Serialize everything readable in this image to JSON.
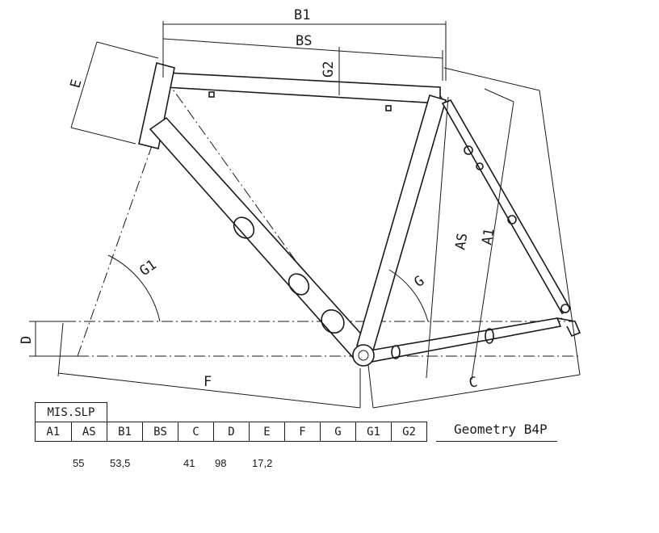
{
  "dimension_labels": {
    "b1": "B1",
    "bs": "BS",
    "g2": "G2",
    "e": "E",
    "g1": "G1",
    "as": "AS",
    "a1": "A1",
    "g": "G",
    "d": "D",
    "f": "F",
    "c": "C"
  },
  "table": {
    "header": "MIS.SLP",
    "columns": [
      "A1",
      "AS",
      "B1",
      "BS",
      "C",
      "D",
      "E",
      "F",
      "G",
      "G1",
      "G2"
    ]
  },
  "title": "Geometry B4P",
  "values": {
    "as": "55",
    "b1": "53,5",
    "c": "41",
    "d": "98",
    "e": "17,2"
  }
}
